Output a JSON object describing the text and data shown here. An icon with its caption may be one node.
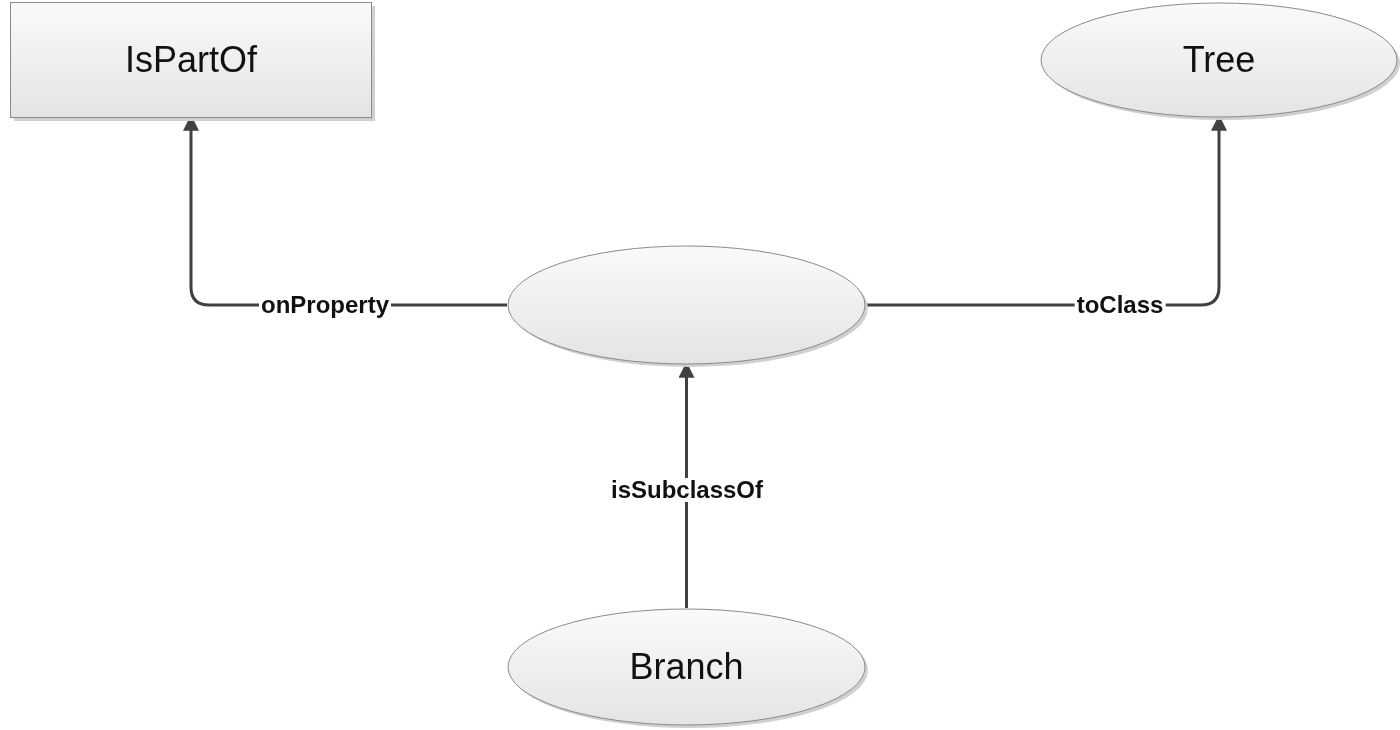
{
  "diagram": {
    "nodes": [
      {
        "text": [
          "IsPartOf"
        ]
      },
      {
        "text": [
          "Tree"
        ]
      },
      {
        "text": [],
        "shape": "ellipse"
      },
      {
        "text": [
          "Branch"
        ]
      }
    ],
    "edges": [
      {
        "from": 2,
        "to": 0,
        "arrow": "to",
        "label": "onProperty"
      },
      {
        "from": 2,
        "to": 1,
        "arrow": "to",
        "label": "toClass"
      },
      {
        "from": 3,
        "to": 2,
        "arrow": "to",
        "label": "isSubclassOf"
      }
    ]
  }
}
